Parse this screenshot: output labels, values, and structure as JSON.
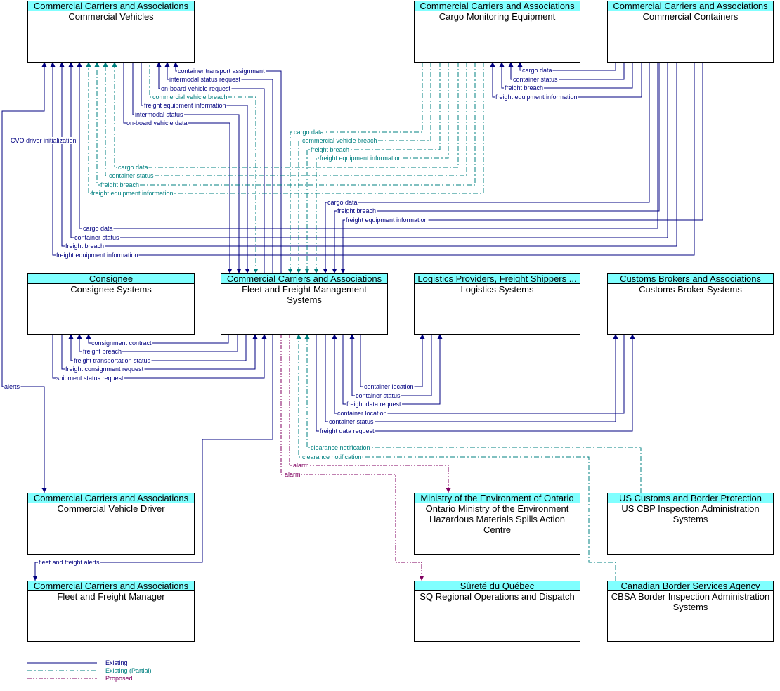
{
  "colors": {
    "header_fill": "#80ffff",
    "existing": "#000080",
    "partial": "#008080",
    "proposed": "#800060",
    "border": "#000000"
  },
  "nodes": [
    {
      "id": "cv",
      "owner": "Commercial Carriers and Associations",
      "name": [
        "Commercial Vehicles"
      ]
    },
    {
      "id": "cme",
      "owner": "Commercial Carriers and Associations",
      "name": [
        "Cargo Monitoring Equipment"
      ]
    },
    {
      "id": "cc",
      "owner": "Commercial Carriers and Associations",
      "name": [
        "Commercial Containers"
      ]
    },
    {
      "id": "cons",
      "owner": "Consignee",
      "name": [
        "Consignee Systems"
      ]
    },
    {
      "id": "ffm",
      "owner": "Commercial Carriers and Associations",
      "name": [
        "Fleet and Freight Management",
        "Systems"
      ]
    },
    {
      "id": "log",
      "owner": "Logistics Providers, Freight Shippers ...",
      "name": [
        "Logistics Systems"
      ]
    },
    {
      "id": "cb",
      "owner": "Customs Brokers and Associations",
      "name": [
        "Customs Broker Systems"
      ]
    },
    {
      "id": "cvd",
      "owner": "Commercial Carriers and Associations",
      "name": [
        "Commercial Vehicle Driver"
      ]
    },
    {
      "id": "moe",
      "owner": "Ministry of the Environment of Ontario",
      "name": [
        "Ontario Ministry of the Environment",
        "Hazardous Materials Spills Action",
        "Centre"
      ]
    },
    {
      "id": "cbp",
      "owner": "US Customs and Border Protection",
      "name": [
        "US CBP Inspection Administration",
        "Systems"
      ]
    },
    {
      "id": "ffmgr",
      "owner": "Commercial Carriers and Associations",
      "name": [
        "Fleet and Freight Manager"
      ]
    },
    {
      "id": "sq",
      "owner": "Sûreté du Québec",
      "name": [
        "SQ Regional Operations and Dispatch"
      ]
    },
    {
      "id": "cbsa",
      "owner": "Canadian Border Services Agency",
      "name": [
        "CBSA Border Inspection Administration",
        "Systems"
      ]
    }
  ],
  "flows": [
    {
      "label": "container transport assignment",
      "type": "existing"
    },
    {
      "label": "intermodal status request",
      "type": "existing"
    },
    {
      "label": "on-board vehicle request",
      "type": "existing"
    },
    {
      "label": "commercial vehicle breach",
      "type": "partial"
    },
    {
      "label": "freight equipment information",
      "type": "existing"
    },
    {
      "label": "intermodal status",
      "type": "existing"
    },
    {
      "label": "on-board vehicle data",
      "type": "existing"
    },
    {
      "label": "CVO driver initialization",
      "type": "existing"
    },
    {
      "label": "cargo data",
      "type": "partial"
    },
    {
      "label": "container status",
      "type": "partial"
    },
    {
      "label": "freight breach",
      "type": "partial"
    },
    {
      "label": "freight equipment information",
      "type": "partial"
    },
    {
      "label": "cargo data",
      "type": "existing"
    },
    {
      "label": "container status",
      "type": "existing"
    },
    {
      "label": "freight breach",
      "type": "existing"
    },
    {
      "label": "freight equipment information",
      "type": "existing"
    },
    {
      "label": "cargo data",
      "type": "partial"
    },
    {
      "label": "commercial vehicle breach",
      "type": "partial"
    },
    {
      "label": "freight breach",
      "type": "partial"
    },
    {
      "label": "freight equipment information",
      "type": "partial"
    },
    {
      "label": "cargo data",
      "type": "existing"
    },
    {
      "label": "container status",
      "type": "existing"
    },
    {
      "label": "freight breach",
      "type": "existing"
    },
    {
      "label": "freight equipment information",
      "type": "existing"
    },
    {
      "label": "cargo data",
      "type": "existing"
    },
    {
      "label": "freight breach",
      "type": "existing"
    },
    {
      "label": "freight equipment information",
      "type": "existing"
    },
    {
      "label": "consignment contract",
      "type": "existing"
    },
    {
      "label": "freight breach",
      "type": "existing"
    },
    {
      "label": "freight transportation status",
      "type": "existing"
    },
    {
      "label": "freight consignment request",
      "type": "existing"
    },
    {
      "label": "shipment status request",
      "type": "existing"
    },
    {
      "label": "alerts",
      "type": "existing"
    },
    {
      "label": "container location",
      "type": "existing"
    },
    {
      "label": "container status",
      "type": "existing"
    },
    {
      "label": "freight data request",
      "type": "existing"
    },
    {
      "label": "container location",
      "type": "existing"
    },
    {
      "label": "container status",
      "type": "existing"
    },
    {
      "label": "freight data request",
      "type": "existing"
    },
    {
      "label": "clearance notification",
      "type": "partial"
    },
    {
      "label": "clearance notification",
      "type": "partial"
    },
    {
      "label": "alarm",
      "type": "proposed"
    },
    {
      "label": "alarm",
      "type": "proposed"
    },
    {
      "label": "fleet and freight alerts",
      "type": "existing"
    }
  ],
  "legend": [
    {
      "label": "Existing",
      "type": "existing"
    },
    {
      "label": "Existing (Partial)",
      "type": "partial"
    },
    {
      "label": "Proposed",
      "type": "proposed"
    }
  ]
}
